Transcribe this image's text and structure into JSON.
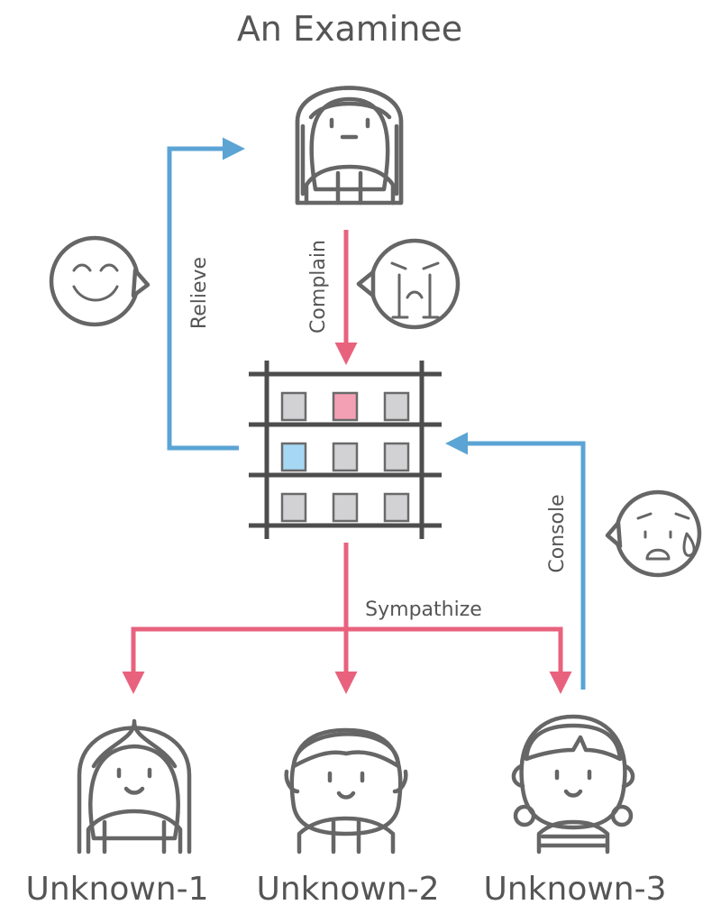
{
  "title": "An Examinee",
  "edges": {
    "complain": "Complain",
    "relieve": "Relieve",
    "sympathize": "Sympathize",
    "console": "Console"
  },
  "nodes": {
    "unknown1": "Unknown-1",
    "unknown2": "Unknown-2",
    "unknown3": "Unknown-3"
  },
  "colors": {
    "pink": "#e8627e",
    "blue": "#5ba4d4",
    "cell_grey": "#d2d2d4",
    "cell_pink": "#f4a0b4",
    "cell_blue": "#a6d8f4",
    "line_grey": "#666666"
  },
  "grid": {
    "rows": [
      [
        "grey",
        "pink",
        "grey"
      ],
      [
        "blue",
        "grey",
        "grey"
      ],
      [
        "grey",
        "grey",
        "grey"
      ]
    ]
  },
  "icons": [
    "examinee-avatar",
    "happy-face-bubble-icon",
    "crying-face-bubble-icon",
    "worried-face-bubble-icon",
    "unknown-1-avatar",
    "unknown-2-avatar",
    "unknown-3-avatar"
  ]
}
